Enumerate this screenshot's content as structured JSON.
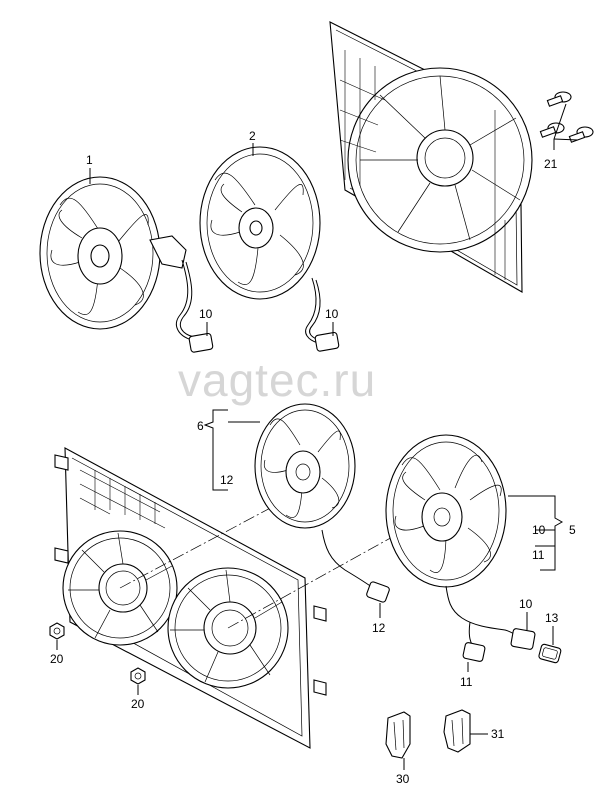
{
  "watermark": "vagtec.ru",
  "callouts": {
    "c1": "1",
    "c2": "2",
    "c10a": "10",
    "c10b": "10",
    "c21": "21",
    "c6": "6",
    "c12a": "12",
    "c10c": "10",
    "c5": "5",
    "c11a": "11",
    "c12b": "12",
    "c10d": "10",
    "c13": "13",
    "c11b": "11",
    "c20a": "20",
    "c20b": "20",
    "c30": "30",
    "c31": "31"
  }
}
